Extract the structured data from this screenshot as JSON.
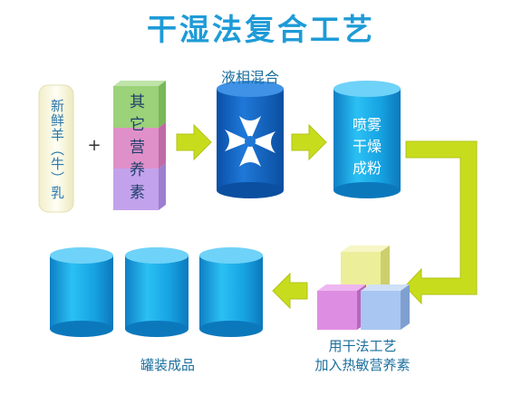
{
  "title": "干湿法复合工艺",
  "step_milk": "新鲜羊（牛）乳",
  "plus": "+",
  "step_nutrients": "其它营养素",
  "step_mix": "液相混合",
  "step_spray_lines": [
    "喷雾",
    "干燥",
    "成粉"
  ],
  "step_dry_lines": [
    "用干法工艺",
    "加入热敏营养素"
  ],
  "step_final": "罐装成品",
  "colors": {
    "title": "#1E9BD7",
    "cylinder": "#18A8E6",
    "arrow": "#C8DC1E",
    "cube_green": "#9BD27A",
    "cube_pink": "#E090C8",
    "cube_purple": "#C3A2EC",
    "cube_yellow": "#EDEE9A",
    "cube_blue": "#A9C6F2",
    "cube_magenta": "#DE8EE2"
  }
}
